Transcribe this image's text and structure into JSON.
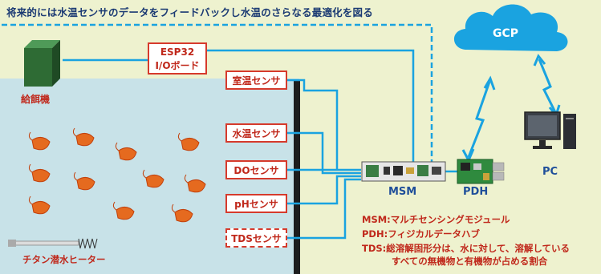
{
  "top_note": "将来的には水温センサのデータをフィードバックし水温のさらなる最適化を図る",
  "feeder_label": "給餌機",
  "heater_label": "チタン潜水ヒーター",
  "io_board": {
    "line1": "ESP32",
    "line2": "I/Oボード"
  },
  "sensors": [
    {
      "label": "室温センサ",
      "dashed": false
    },
    {
      "label": "水温センサ",
      "dashed": false
    },
    {
      "label": "DOセンサ",
      "dashed": false
    },
    {
      "label": "pHセンサ",
      "dashed": false
    },
    {
      "label": "TDSセンサ",
      "dashed": true
    }
  ],
  "cloud_label": "GCP",
  "msm_label": "MSM",
  "pdh_label": "PDH",
  "pc_label": "PC",
  "legend": [
    {
      "text": "MSM:マルチセンシングモジュール"
    },
    {
      "text": "PDH:フィジカルデータハブ"
    },
    {
      "text": "TDS:総溶解固形分は、水に対して、溶解している"
    },
    {
      "text": "すべての無機物と有機物が占める割合"
    }
  ],
  "colors": {
    "accent_red": "#d63a2c",
    "line_blue": "#1aa3e0",
    "label_blue": "#1f4f9a"
  }
}
